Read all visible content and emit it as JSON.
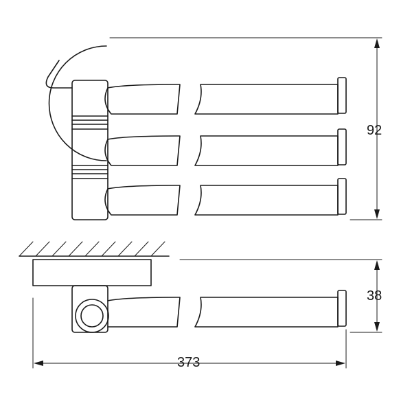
{
  "dimensions": {
    "height_front": "92",
    "depth_bottom": "38",
    "length_total": "373"
  },
  "colors": {
    "line": "#1a1a1a",
    "background": "#ffffff"
  }
}
